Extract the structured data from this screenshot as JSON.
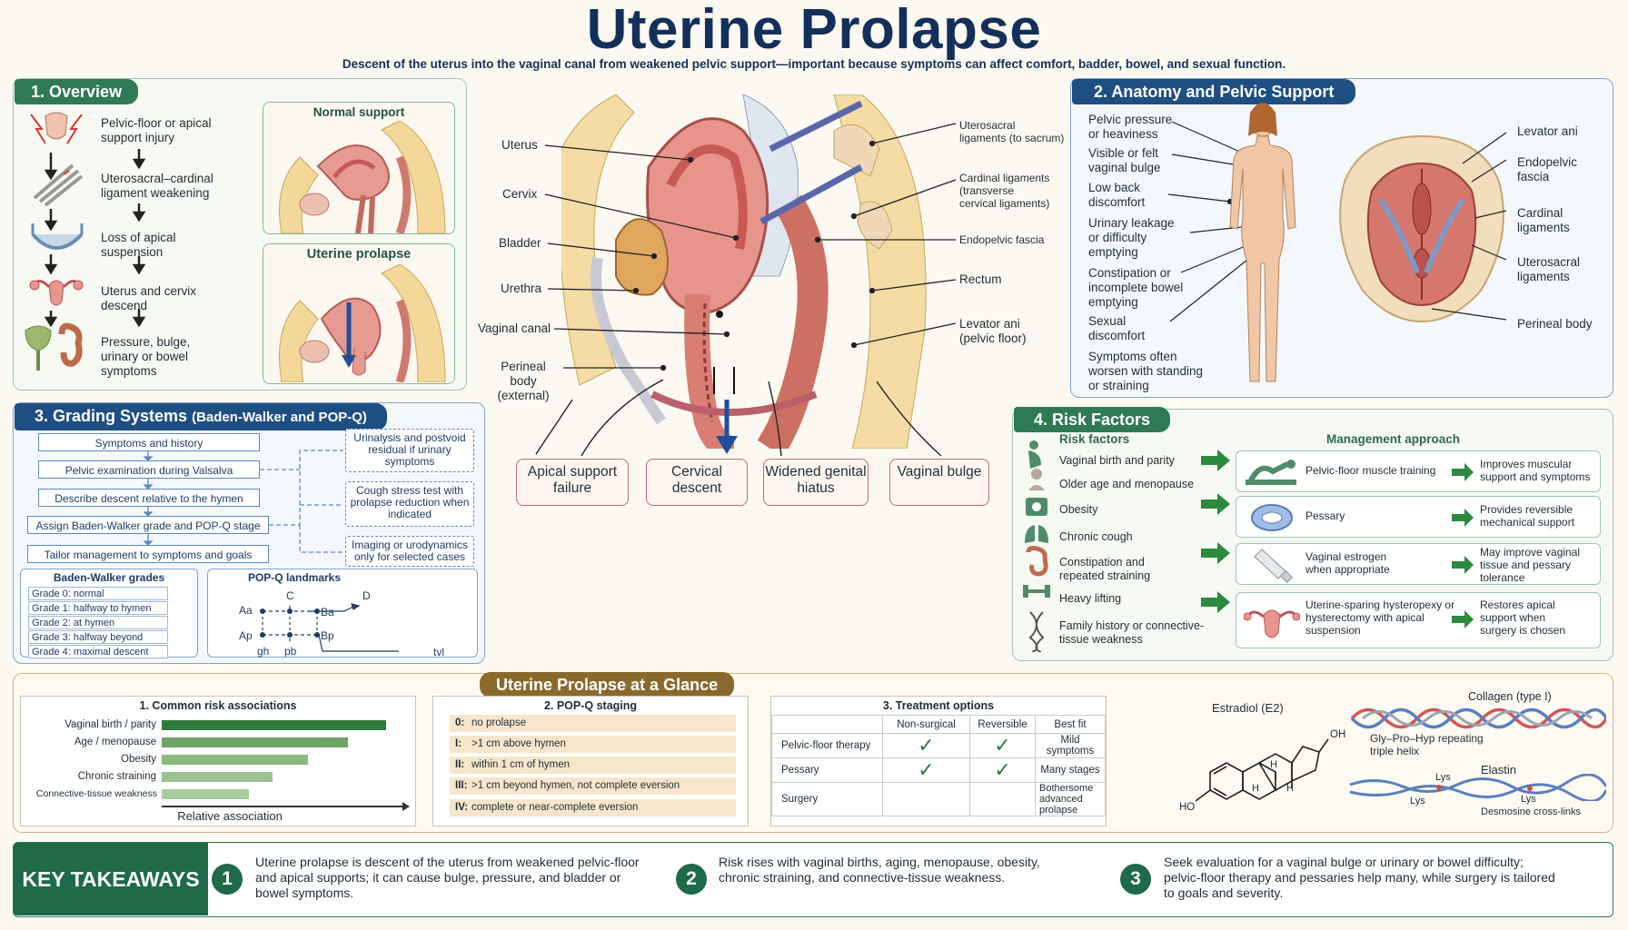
{
  "header": {
    "title": "Uterine Prolapse",
    "subtitle": "Descent of the uterus into the vaginal canal from weakened pelvic support—important because symptoms can affect comfort, badder, bowel, and sexual function."
  },
  "overview": {
    "tag": "1. Overview",
    "steps": [
      "Pelvic-floor or apical support injury",
      "Uterosacral–cardinal ligament weakening",
      "Loss of apical suspension",
      "Uterus and cervix descend",
      "Pressure, bulge, urinary or bowel symptoms"
    ],
    "normal": "Normal support",
    "prolapse": "Uterine prolapse"
  },
  "center": {
    "left_labels": [
      "Uterus",
      "Cervix",
      "Bladder",
      "Urethra",
      "Vaginal canal",
      "Perineal body (external)"
    ],
    "right_labels": [
      "Uterosacral ligaments (to sacrum)",
      "Cardinal ligaments (transverse cervical ligaments)",
      "Endopelvic fascia",
      "Rectum",
      "Levator ani (pelvic floor)"
    ],
    "outcomes": [
      "Apical support failure",
      "Cervical descent",
      "Widened genital hiatus",
      "Vaginal bulge"
    ]
  },
  "anatomy": {
    "tag": "2. Anatomy and Pelvic Support",
    "symptoms": [
      "Pelvic pressure or heaviness",
      "Visible or felt vaginal bulge",
      "Low back discomfort",
      "Urinary leakage or difficulty emptying",
      "Constipation or incomplete bowel emptying",
      "Sexual discomfort",
      "Symptoms often worsen with standing or straining"
    ],
    "structures": [
      "Levator ani",
      "Endopelvic fascia",
      "Cardinal ligaments",
      "Uterosacral ligaments",
      "Perineal body"
    ]
  },
  "grading": {
    "tag": "3. Grading Systems",
    "tag_sub": "(Baden-Walker and POP-Q)",
    "flow": [
      "Symptoms and history",
      "Pelvic examination during Valsalva",
      "Describe descent relative to the hymen",
      "Assign Baden-Walker grade and POP-Q stage",
      "Tailor management to symptoms and goals"
    ],
    "side": [
      "Urinalysis and postvoid residual if urinary symptoms",
      "Cough stress test with prolapse reduction when indicated",
      "Imaging or urodynamics only for selected cases"
    ],
    "bw_title": "Baden-Walker grades",
    "bw": [
      "Grade 0: normal",
      "Grade 1: halfway to hymen",
      "Grade 2: at hymen",
      "Grade 3: halfway beyond hymen",
      "Grade 4: maximal descent"
    ],
    "popq_title": "POP-Q landmarks",
    "popq_pts": [
      "Aa",
      "Ap",
      "C",
      "D",
      "Ba",
      "Bp",
      "gh",
      "pb",
      "tvl"
    ]
  },
  "risk": {
    "tag": "4. Risk Factors",
    "rf_title": "Risk factors",
    "factors": [
      "Vaginal birth and parity",
      "Older age and menopause",
      "Obesity",
      "Chronic cough",
      "Constipation and repeated straining",
      "Heavy lifting",
      "Family history or connective-tissue weakness"
    ],
    "mgmt_title": "Management approach",
    "mgmt": [
      {
        "name": "Pelvic-floor muscle training",
        "effect": "Improves muscular support and symptoms"
      },
      {
        "name": "Pessary",
        "effect": "Provides reversible mechanical support"
      },
      {
        "name": "Vaginal estrogen when appropriate",
        "effect": "May improve vaginal tissue and pessary tolerance"
      },
      {
        "name": "Uterine-sparing hysteropexy or hysterectomy with apical suspension",
        "effect": "Restores apical support when surgery is chosen"
      }
    ]
  },
  "glance": {
    "tag": "Uterine Prolapse at a Glance",
    "risk_title": "1. Common risk associations",
    "risk_xlabel": "Relative association",
    "popq_title": "2. POP-Q staging",
    "stages": [
      {
        "n": "0:",
        "t": "no prolapse"
      },
      {
        "n": "I:",
        "t": ">1 cm above hymen"
      },
      {
        "n": "II:",
        "t": "within 1 cm of hymen"
      },
      {
        "n": "III:",
        "t": ">1 cm beyond hymen, not complete eversion"
      },
      {
        "n": "IV:",
        "t": "complete or near-complete eversion"
      }
    ],
    "treat_title": "3. Treatment options",
    "treat_cols": [
      "Non-surgical",
      "Reversible",
      "Best fit"
    ],
    "treat_rows": [
      {
        "name": "Pelvic-floor therapy",
        "non": "✓",
        "rev": "✓",
        "fit": "Mild symptoms"
      },
      {
        "name": "Pessary",
        "non": "✓",
        "rev": "✓",
        "fit": "Many stages"
      },
      {
        "name": "Surgery",
        "non": "",
        "rev": "",
        "fit": "Bothersome advanced prolapse"
      }
    ],
    "mol": {
      "estradiol": "Estradiol (E2)",
      "oh": "OH",
      "ho": "HO",
      "h": "H",
      "collagen": "Collagen (type I)",
      "collagen_note": "Gly–Pro–Hyp repeating triple helix",
      "elastin": "Elastin",
      "lys": "Lys",
      "desmosine": "Desmosine cross-links"
    }
  },
  "chart_data": {
    "type": "bar",
    "title": "1. Common risk associations",
    "categories": [
      "Vaginal birth / parity",
      "Age / menopause",
      "Obesity",
      "Chronic straining",
      "Connective-tissue weakness"
    ],
    "values": [
      0.95,
      0.79,
      0.62,
      0.47,
      0.37
    ],
    "xlabel": "Relative association",
    "ylabel": "",
    "xlim": [
      0,
      1
    ],
    "colors": [
      "#2e7a3c",
      "#6fa567",
      "#8cb980",
      "#9cc38f",
      "#a9cc9c"
    ]
  },
  "takeaways": {
    "head": "KEY TAKEAWAYS",
    "items": [
      {
        "n": "1",
        "t": "Uterine prolapse is descent of the uterus from weakened pelvic-floor and apical supports; it can cause bulge, pressure, and bladder or bowel symptoms."
      },
      {
        "n": "2",
        "t": "Risk rises with vaginal births, aging, menopause, obesity, chronic straining, and connective-tissue weakness."
      },
      {
        "n": "3",
        "t": "Seek evaluation for a vaginal bulge or urinary or bowel difficulty; pelvic-floor therapy and pessaries help many, while surgery is tailored to goals and severity."
      }
    ]
  }
}
